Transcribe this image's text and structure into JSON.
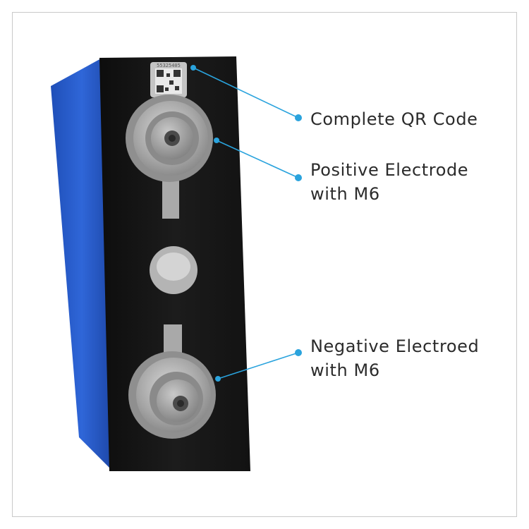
{
  "product": {
    "qr_sticker_code": "55325405"
  },
  "callouts": {
    "qr": {
      "label": "Complete QR Code"
    },
    "positive": {
      "line1": "Positive Electrode",
      "line2": "with M6"
    },
    "negative": {
      "line1": "Negative Electroed",
      "line2": "with M6"
    }
  },
  "colors": {
    "callout_blue": "#2aa3dd",
    "casing_blue": "#2b5fd0",
    "casing_black": "#151515",
    "text": "#2b2b2b",
    "terminal_grey": "#9a9a9a"
  }
}
